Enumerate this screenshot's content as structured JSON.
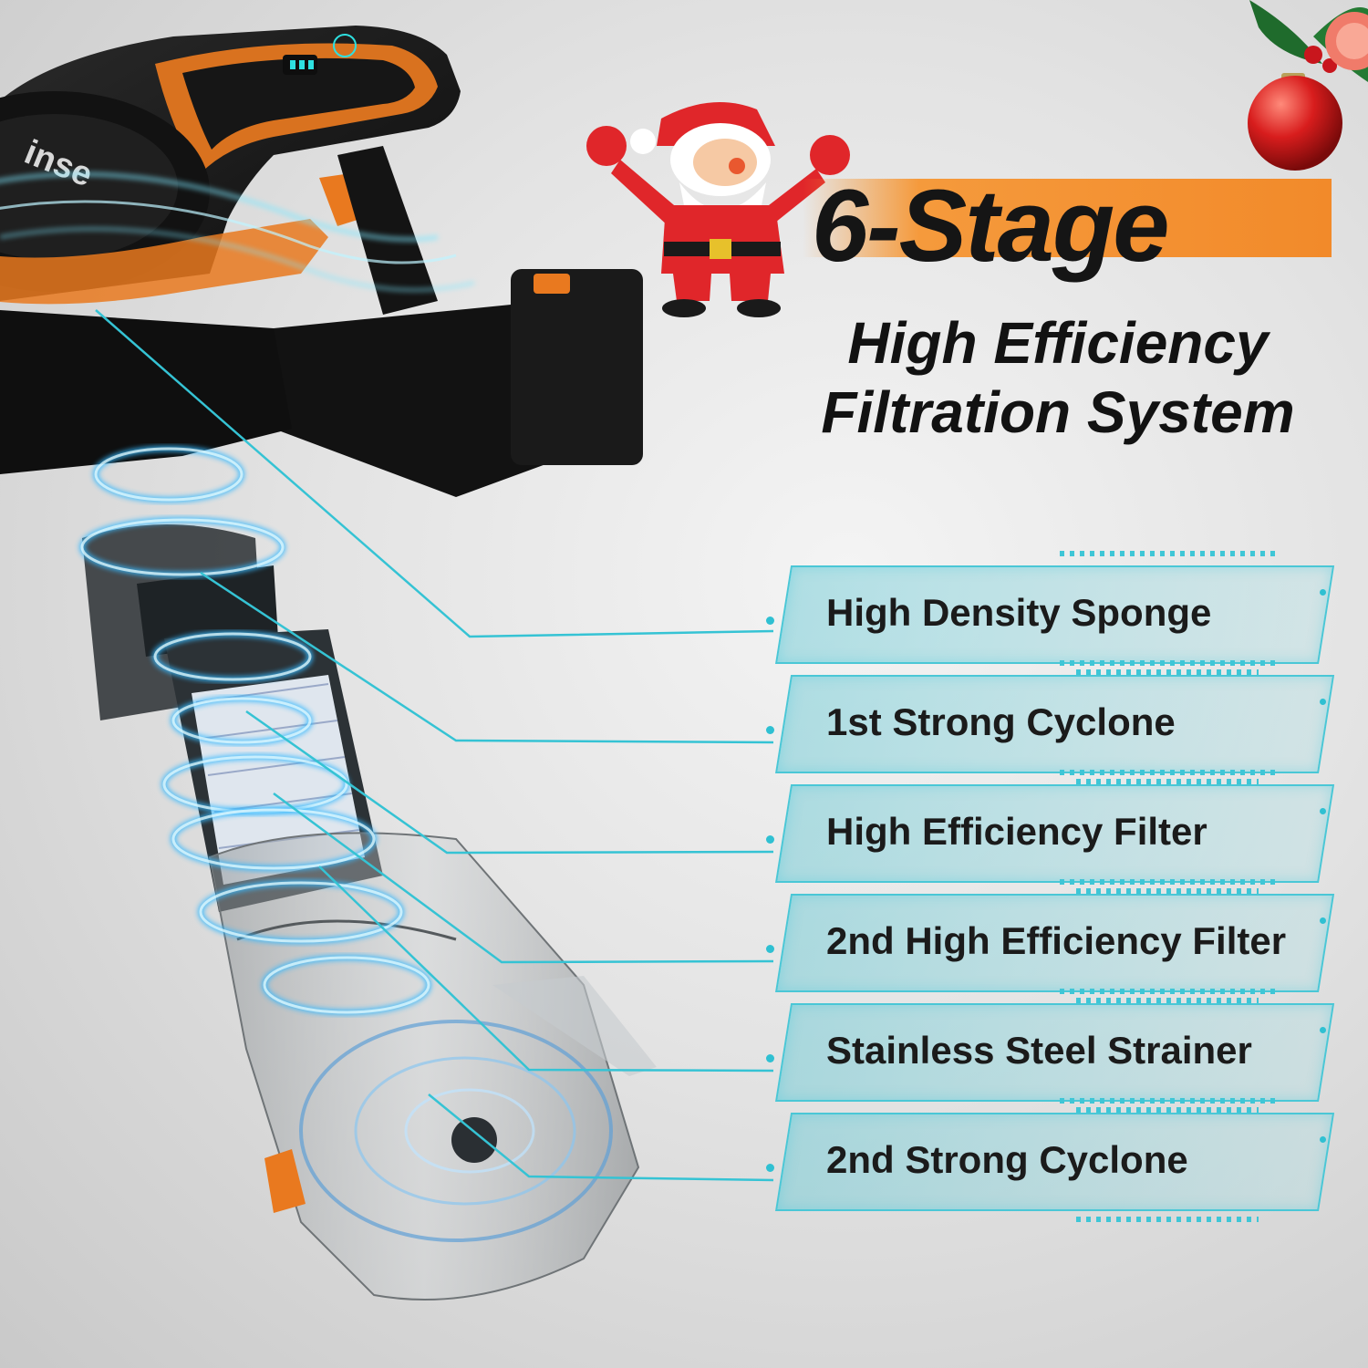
{
  "brand": {
    "logo_text": "inse"
  },
  "headline": "6-Stage",
  "subtitle": [
    "High Efficiency",
    "Filtration System"
  ],
  "stages": [
    {
      "label": "High Density Sponge"
    },
    {
      "label": "1st Strong Cyclone"
    },
    {
      "label": "High Efficiency Filter"
    },
    {
      "label": "2nd High Efficiency Filter"
    },
    {
      "label": "Stainless Steel Strainer"
    },
    {
      "label": "2nd Strong Cyclone"
    }
  ],
  "colors": {
    "accent_orange": "#f28a2a",
    "cyan": "#3fc6d6",
    "vacuum_body": "#1c1c1c",
    "santa_red": "#e0262a"
  },
  "icons": [
    "santa-claus-illustration",
    "christmas-ornament-icon",
    "holly-leaves-icon",
    "cordless-vacuum-illustration"
  ]
}
